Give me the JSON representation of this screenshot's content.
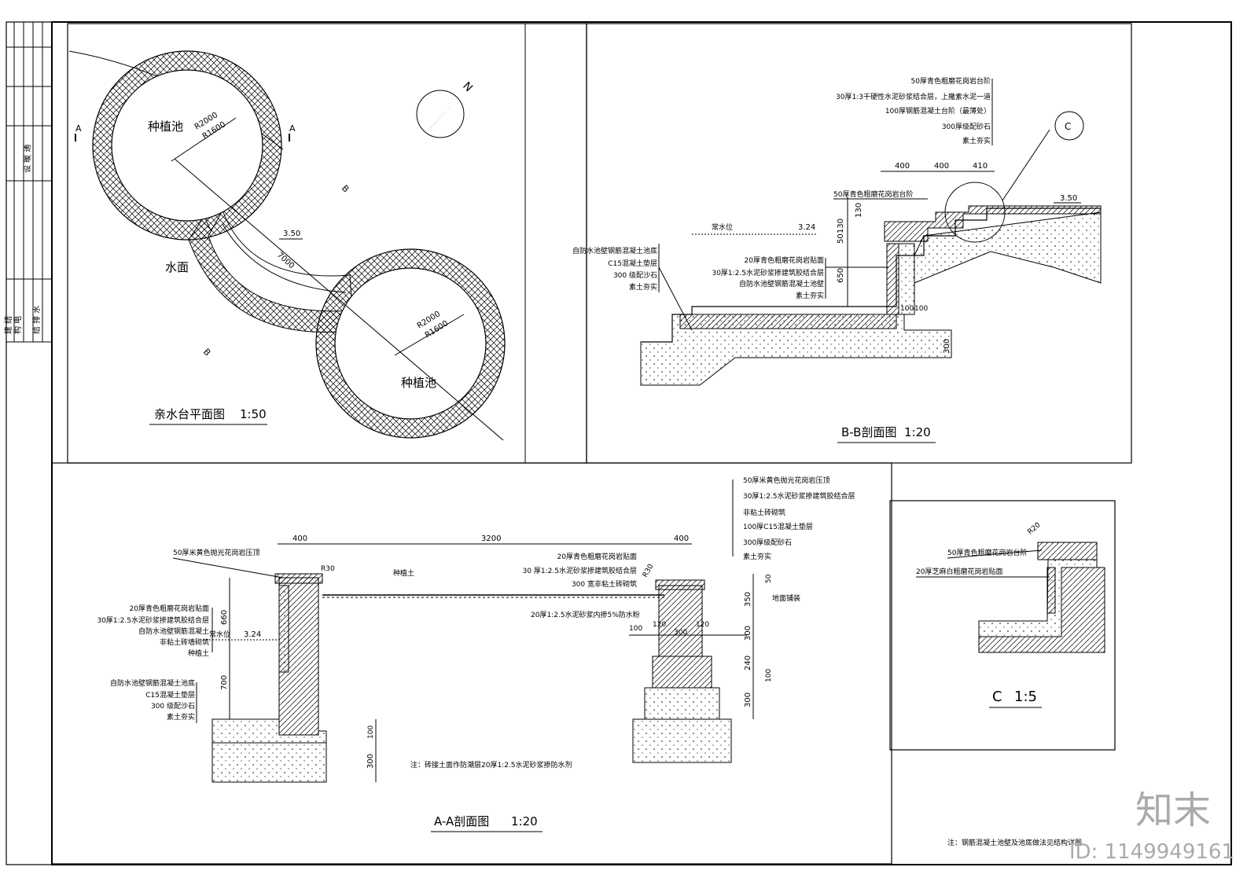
{
  "title_block": {
    "labels": [
      "建 结",
      "构 电",
      "设 暖 通",
      "给 排 水"
    ]
  },
  "plan": {
    "title": "亲水台平面图",
    "scale": "1:50",
    "pool_label": "种植池",
    "pool_label_2": "种植池",
    "water_label": "水面",
    "r_outer": "R2000",
    "r_inner": "R1600",
    "r_outer_2": "R2000",
    "r_inner_2": "R1600",
    "span": "7000",
    "level": "3.50",
    "section_a": "A",
    "section_a2": "A",
    "section_b": "B",
    "section_b2": "B",
    "north": "N"
  },
  "section_bb": {
    "title": "B-B剖面图",
    "scale": "1:20",
    "callouts_top": [
      "50厚青色粗磨花岗岩台阶",
      "30厚1:3干硬性水泥砂浆结合层，上撒素水泥一道",
      "100厚钢筋混凝土台阶（最薄处）",
      "300厚级配砂石",
      "素土夯实"
    ],
    "stair_label": "50厚青色粗磨花岗岩台阶",
    "callouts_left": [
      "自防水池壁钢筋混凝土池底",
      "C15混凝土垫层",
      "300 级配沙石",
      "素土夯实"
    ],
    "callouts_mid": [
      "20厚青色粗磨花岗岩贴面",
      "30厚1:2.5水泥砂浆掺建筑胶结合层",
      "自防水池壁钢筋混凝土池壁",
      "素土夯实"
    ],
    "dims": [
      "400",
      "400",
      "410",
      "130",
      "130",
      "50",
      "650",
      "100",
      "100",
      "300"
    ],
    "level_water": "3.24",
    "level_top": "3.50",
    "water_mark": "常水位",
    "detail_ref": "C"
  },
  "section_aa": {
    "title": "A-A剖面图",
    "scale": "1:20",
    "callouts_right": [
      "50厚米黄色抛光花岗岩压顶",
      "30厚1:2.5水泥砂浆掺建筑胶结合层",
      "非粘土砖砌筑",
      "100厚C15混凝土垫层",
      "300厚级配砂石",
      "素土夯实"
    ],
    "cap_label": "50厚米黄色抛光花岗岩压顶",
    "callouts_left": [
      "20厚青色粗磨花岗岩贴面",
      "30厚1:2.5水泥砂浆掺建筑胶结合层",
      "自防水池壁钢筋混凝土",
      "非粘土砖墙砌筑",
      "种植土"
    ],
    "callouts_left_bottom": [
      "自防水池壁钢筋混凝土池底",
      "C15混凝土垫层",
      "300 级配沙石",
      "素土夯实"
    ],
    "callouts_mid": [
      "20厚青色粗磨花岗岩贴面",
      "30 厚1:2.5水泥砂浆掺建筑胶结合层",
      "300 宽非粘土砖砌筑"
    ],
    "soil_label": "种植土",
    "waterproof": "20厚1:2.5水泥砂浆内掺5%防水粉",
    "ground": "地面铺装",
    "dims": [
      "400",
      "3200",
      "400",
      "660",
      "700",
      "100",
      "300",
      "350",
      "50",
      "300",
      "240",
      "300",
      "100",
      "100",
      "120",
      "300",
      "120"
    ],
    "radius": "R30",
    "radius2": "R30",
    "level_water": "3.24",
    "water_mark": "常水位",
    "note": "注：砖接土面作防潮层20厚1:2.5水泥砂浆掺防水剂"
  },
  "detail_c": {
    "title": "C",
    "scale": "1:5",
    "radius": "R20",
    "callouts": [
      "50厚青色粗磨花岗岩台阶",
      "20厚芝麻白粗磨花岗岩贴面"
    ],
    "note": "注：钢筋混凝土池壁及池底做法见结构详图"
  },
  "watermark": {
    "brand": "知末",
    "id": "ID: 1149949161"
  }
}
